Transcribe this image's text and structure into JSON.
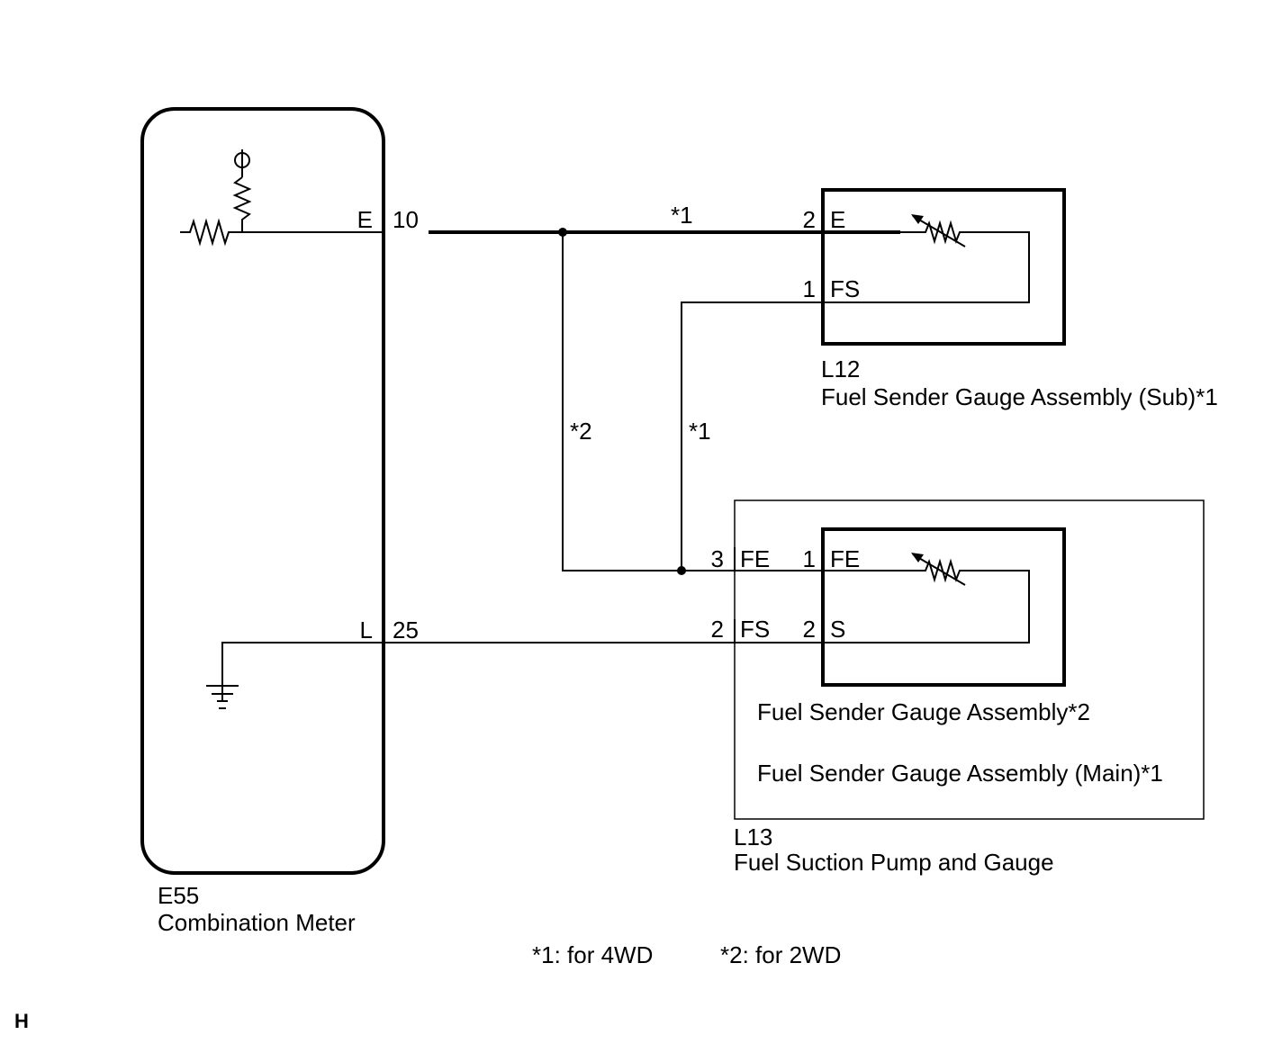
{
  "combination_meter": {
    "connector": "E55",
    "name": "Combination Meter"
  },
  "sub_gauge": {
    "connector": "L12",
    "name": "Fuel Sender Gauge Assembly (Sub)*1"
  },
  "pump_gauge": {
    "connector": "L13",
    "name": "Fuel Suction Pump and Gauge",
    "inner_name_2wd": "Fuel Sender Gauge Assembly*2",
    "inner_name_4wd": "Fuel Sender Gauge Assembly (Main)*1"
  },
  "terminals": {
    "meter_e_name": "E",
    "meter_e_pin": "10",
    "meter_l_name": "L",
    "meter_l_pin": "25",
    "sub_e_pin": "2",
    "sub_e_name": "E",
    "sub_fs_pin": "1",
    "sub_fs_name": "FS",
    "l13_fe_pin": "3",
    "l13_fe_name": "FE",
    "l13_fs_pin": "2",
    "l13_fs_name": "FS",
    "main_fe_pin": "1",
    "main_fe_name": "FE",
    "main_s_pin": "2",
    "main_s_name": "S"
  },
  "wire_notes": {
    "top": "*1",
    "left_vertical": "*2",
    "right_vertical": "*1"
  },
  "footnotes": {
    "note1": "*1: for 4WD",
    "note2": "*2: for 2WD"
  },
  "corner_mark": "H"
}
